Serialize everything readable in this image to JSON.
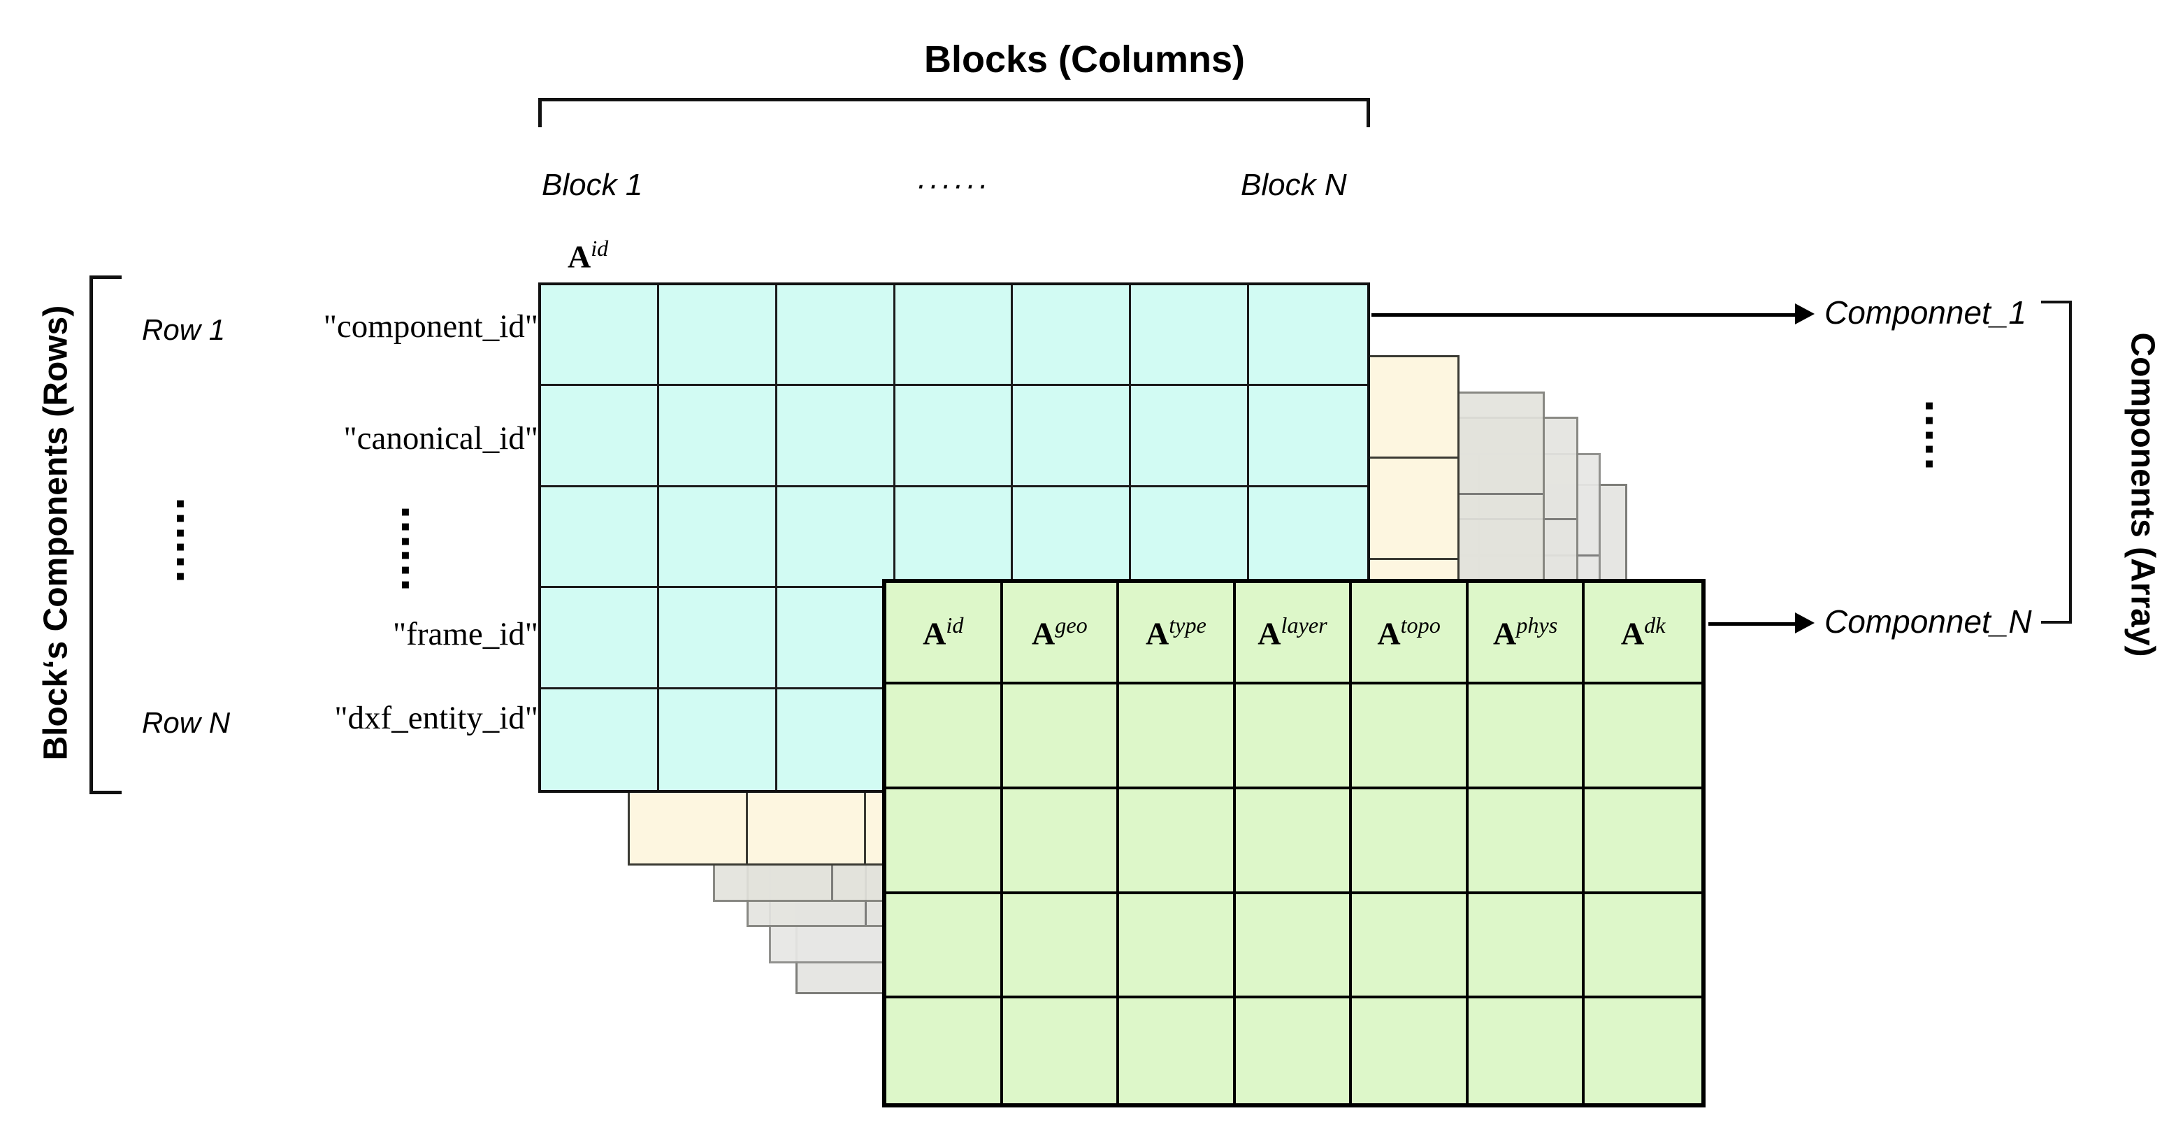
{
  "title": "Blocks (Columns)",
  "axis_labels": {
    "left_vertical": "Block‘s Components (Rows)",
    "right_vertical": "Components (Array)"
  },
  "column_labels": {
    "first": "Block 1",
    "ellipsis": "······",
    "last": "Block N"
  },
  "stack_top_label": {
    "symbol": "A",
    "superscript": "id"
  },
  "row_labels": {
    "indices": [
      "Row 1",
      "Row N"
    ],
    "keys": [
      "\"component_id\"",
      "\"canonical_id\"",
      "\"frame_id\"",
      "\"dxf_entity_id\""
    ],
    "ellipsis": "▪\n▪\n▪\n▪\n▪\n▪"
  },
  "component_table": {
    "headers": [
      {
        "symbol": "A",
        "superscript": "id"
      },
      {
        "symbol": "A",
        "superscript": "geo"
      },
      {
        "symbol": "A",
        "superscript": "type"
      },
      {
        "symbol": "A",
        "superscript": "layer"
      },
      {
        "symbol": "A",
        "superscript": "topo"
      },
      {
        "symbol": "A",
        "superscript": "phys"
      },
      {
        "symbol": "A",
        "superscript": "dk"
      }
    ],
    "columns": 7,
    "data_rows": 4
  },
  "component_outputs": {
    "first": "Componnet_1",
    "last": "Componnet_N",
    "ellipsis": "▪\n▪\n▪\n▪\n▪"
  },
  "grid": {
    "columns": 7,
    "rows": 5,
    "layers": 6
  },
  "colors": {
    "layer_cyan": "#d2fbf3",
    "layer_cream": "#fdf6e0",
    "layer_grey": "#e4e4e0",
    "layer_green": "#ddf7c9",
    "stroke": "#000000",
    "background": "#ffffff"
  }
}
